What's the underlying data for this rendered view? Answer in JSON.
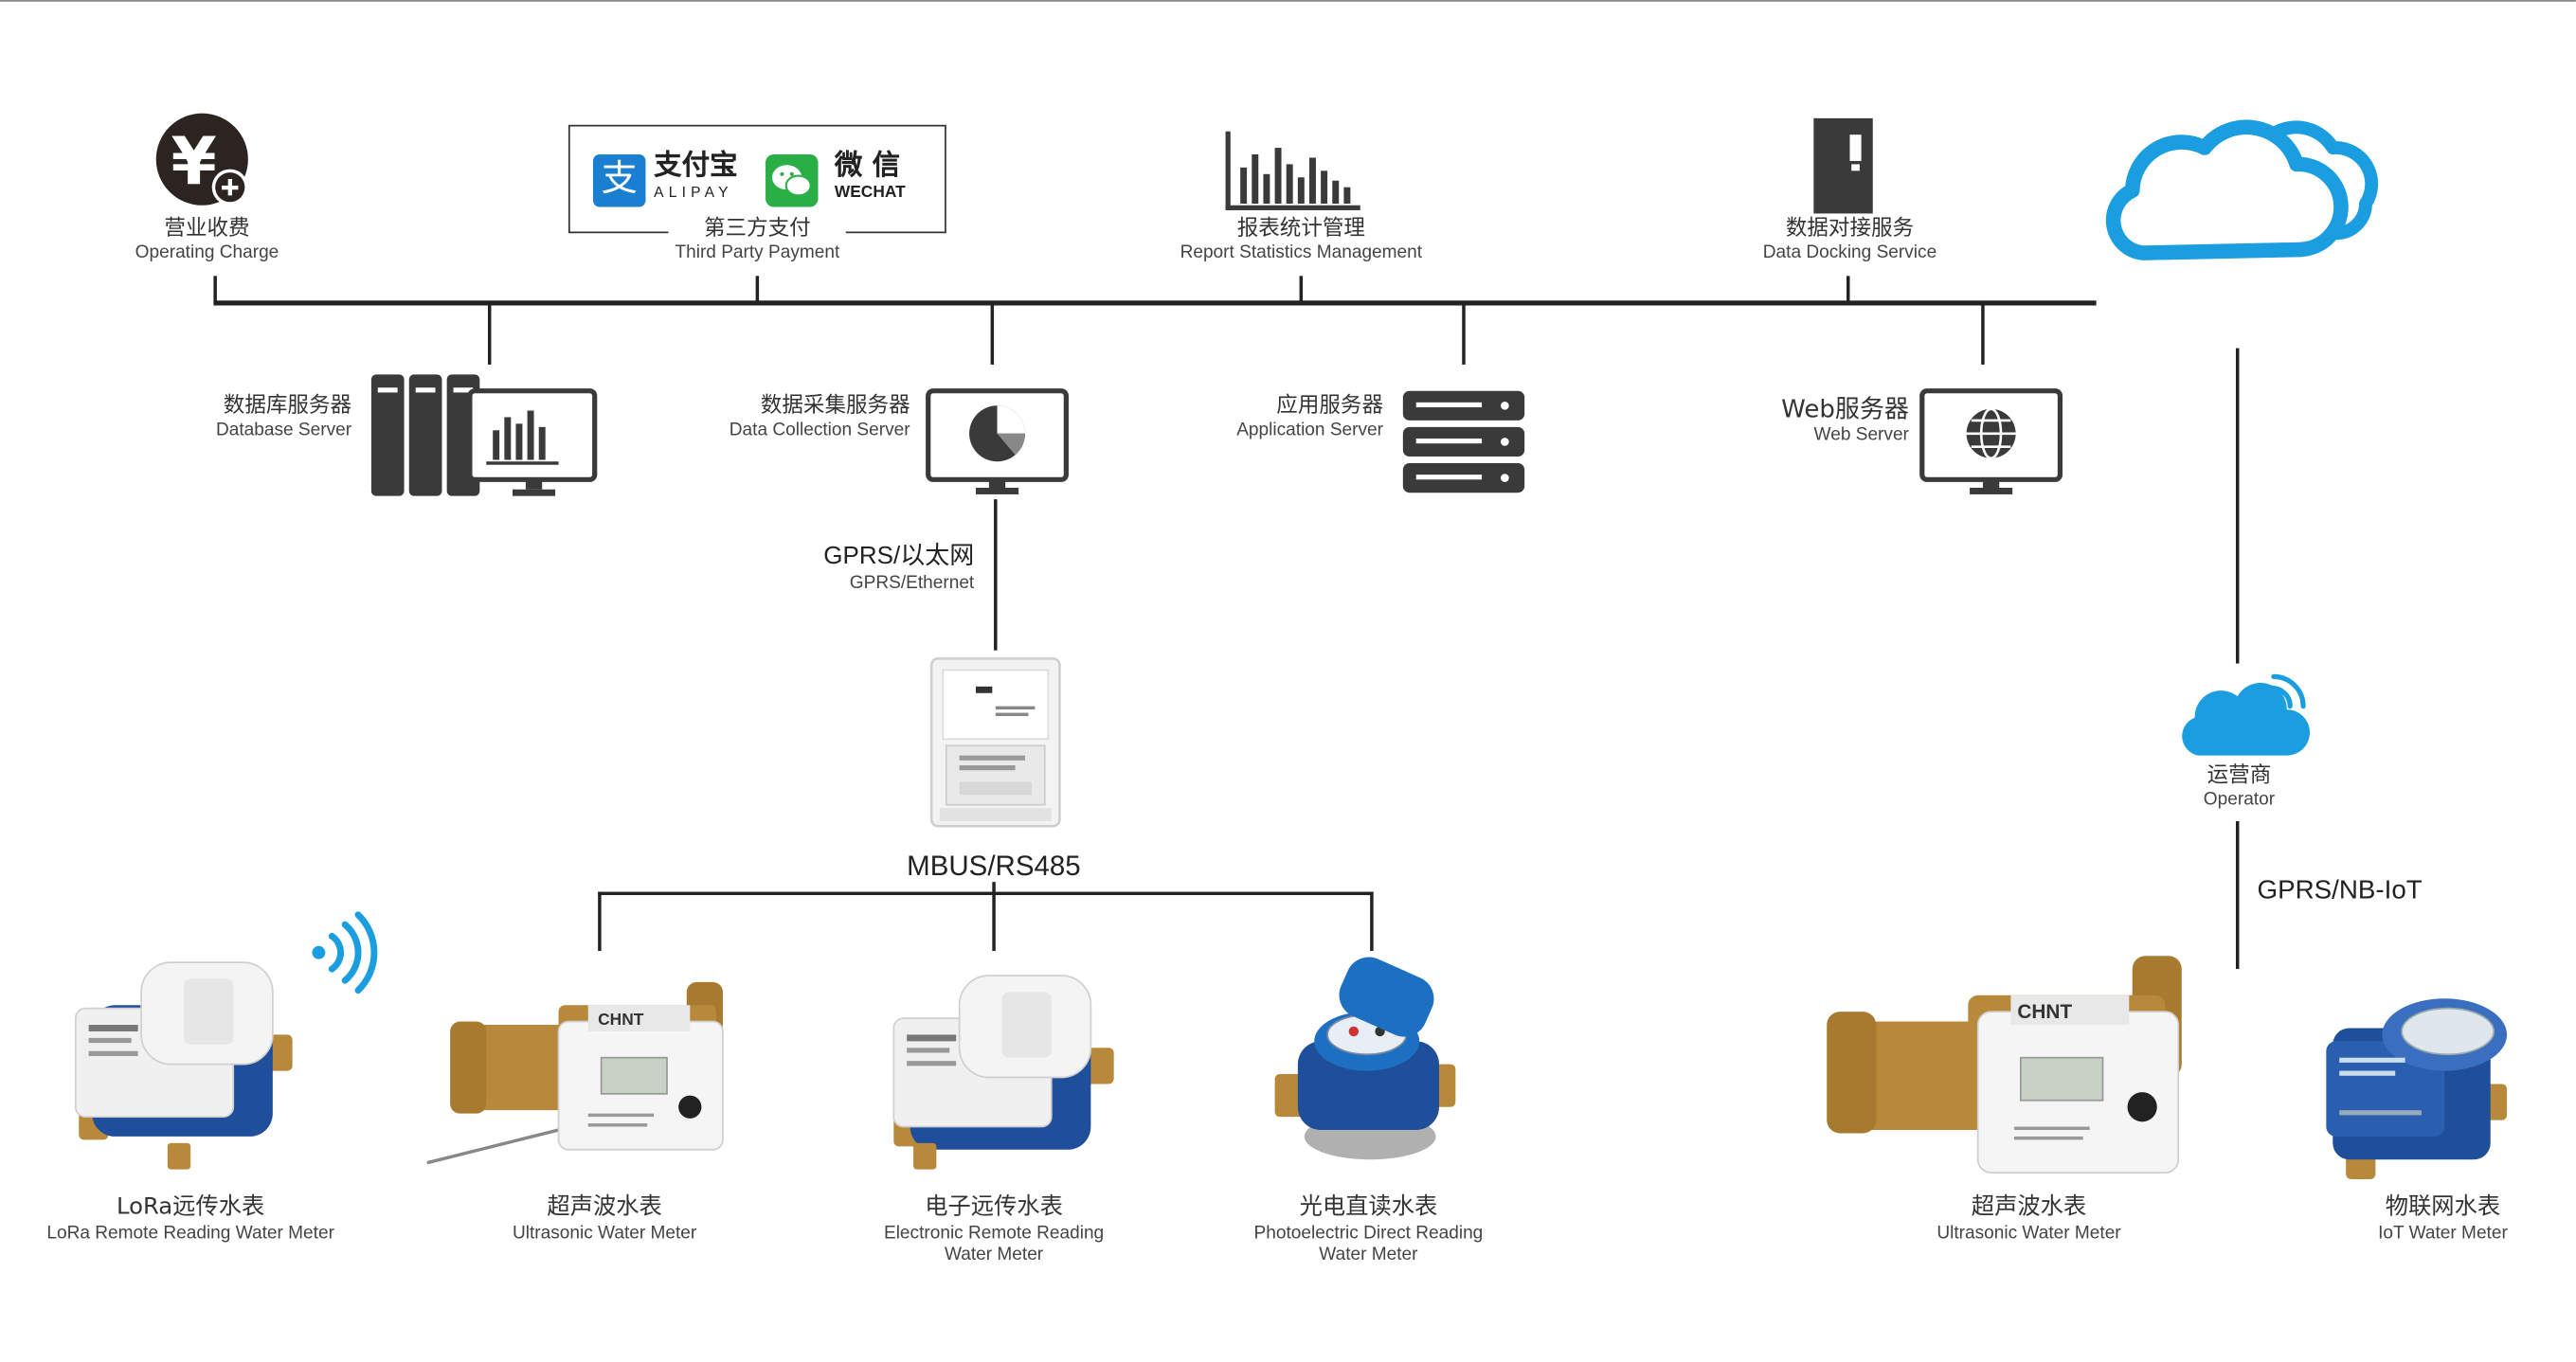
{
  "top_services": {
    "operating_charge": {
      "cn": "营业收费",
      "en": "Operating Charge"
    },
    "third_party_payment": {
      "cn": "第三方支付",
      "en": "Third Party Payment",
      "alipay_cn": "支付宝",
      "alipay_en": "ALIPAY",
      "wechat_cn": "微 信",
      "wechat_en": "WECHAT",
      "alipay_glyph": "支"
    },
    "report_statistics": {
      "cn": "报表统计管理",
      "en": "Report Statistics Management"
    },
    "data_docking": {
      "cn": "数据对接服务",
      "en": "Data Docking Service"
    }
  },
  "servers": {
    "database": {
      "cn": "数据库服务器",
      "en": "Database Server"
    },
    "data_collection": {
      "cn": "数据采集服务器",
      "en": "Data Collection Server"
    },
    "application": {
      "cn": "应用服务器",
      "en": "Application Server"
    },
    "web": {
      "cn": "Web服务器",
      "en": "Web Server"
    }
  },
  "links": {
    "gprs_ethernet": {
      "cn": "GPRS/以太网",
      "en": "GPRS/Ethernet"
    },
    "mbus": "MBUS/RS485",
    "gprs_nbiot": "GPRS/NB-IoT"
  },
  "operator": {
    "cn": "运营商",
    "en": "Operator"
  },
  "meters": [
    {
      "cn": "LoRa远传水表",
      "en": "LoRa Remote Reading Water Meter"
    },
    {
      "cn": "超声波水表",
      "en": "Ultrasonic Water Meter"
    },
    {
      "cn": "电子远传水表",
      "en": "Electronic Remote Reading",
      "en2": "Water Meter"
    },
    {
      "cn": "光电直读水表",
      "en": "Photoelectric Direct Reading",
      "en2": "Water Meter"
    },
    {
      "cn": "超声波水表",
      "en": "Ultrasonic Water Meter"
    },
    {
      "cn": "物联网水表",
      "en": "IoT Water Meter"
    }
  ],
  "device_brand": "CHNT",
  "colors": {
    "line": "#222222",
    "icon_dark": "#3a3a3a",
    "cloud_blue": "#1a9ee0",
    "brass": "#b8893a",
    "meter_blue": "#1f4f9a",
    "alipay": "#1a7fd0",
    "wechat": "#2aae46"
  }
}
